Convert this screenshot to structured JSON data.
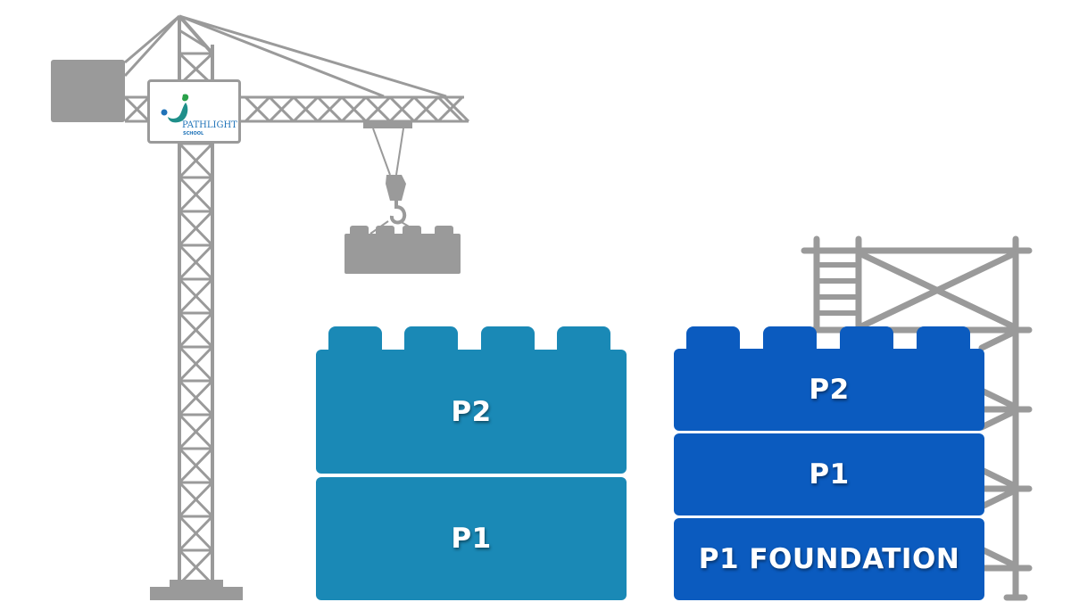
{
  "logo": {
    "name": "PATHLIGHT",
    "subtitle": "SCHOOL"
  },
  "left_stack": {
    "color": "#1a89b6",
    "blocks": [
      {
        "label": "P2"
      },
      {
        "label": "P1"
      }
    ]
  },
  "right_stack": {
    "color": "#0b5bbf",
    "blocks": [
      {
        "label": "P2"
      },
      {
        "label": "P1"
      },
      {
        "label": "P1 FOUNDATION"
      }
    ]
  },
  "illustration": {
    "structure_color": "#9a9a9a",
    "elements": [
      "tower-crane",
      "hanging-block",
      "scaffold"
    ]
  }
}
